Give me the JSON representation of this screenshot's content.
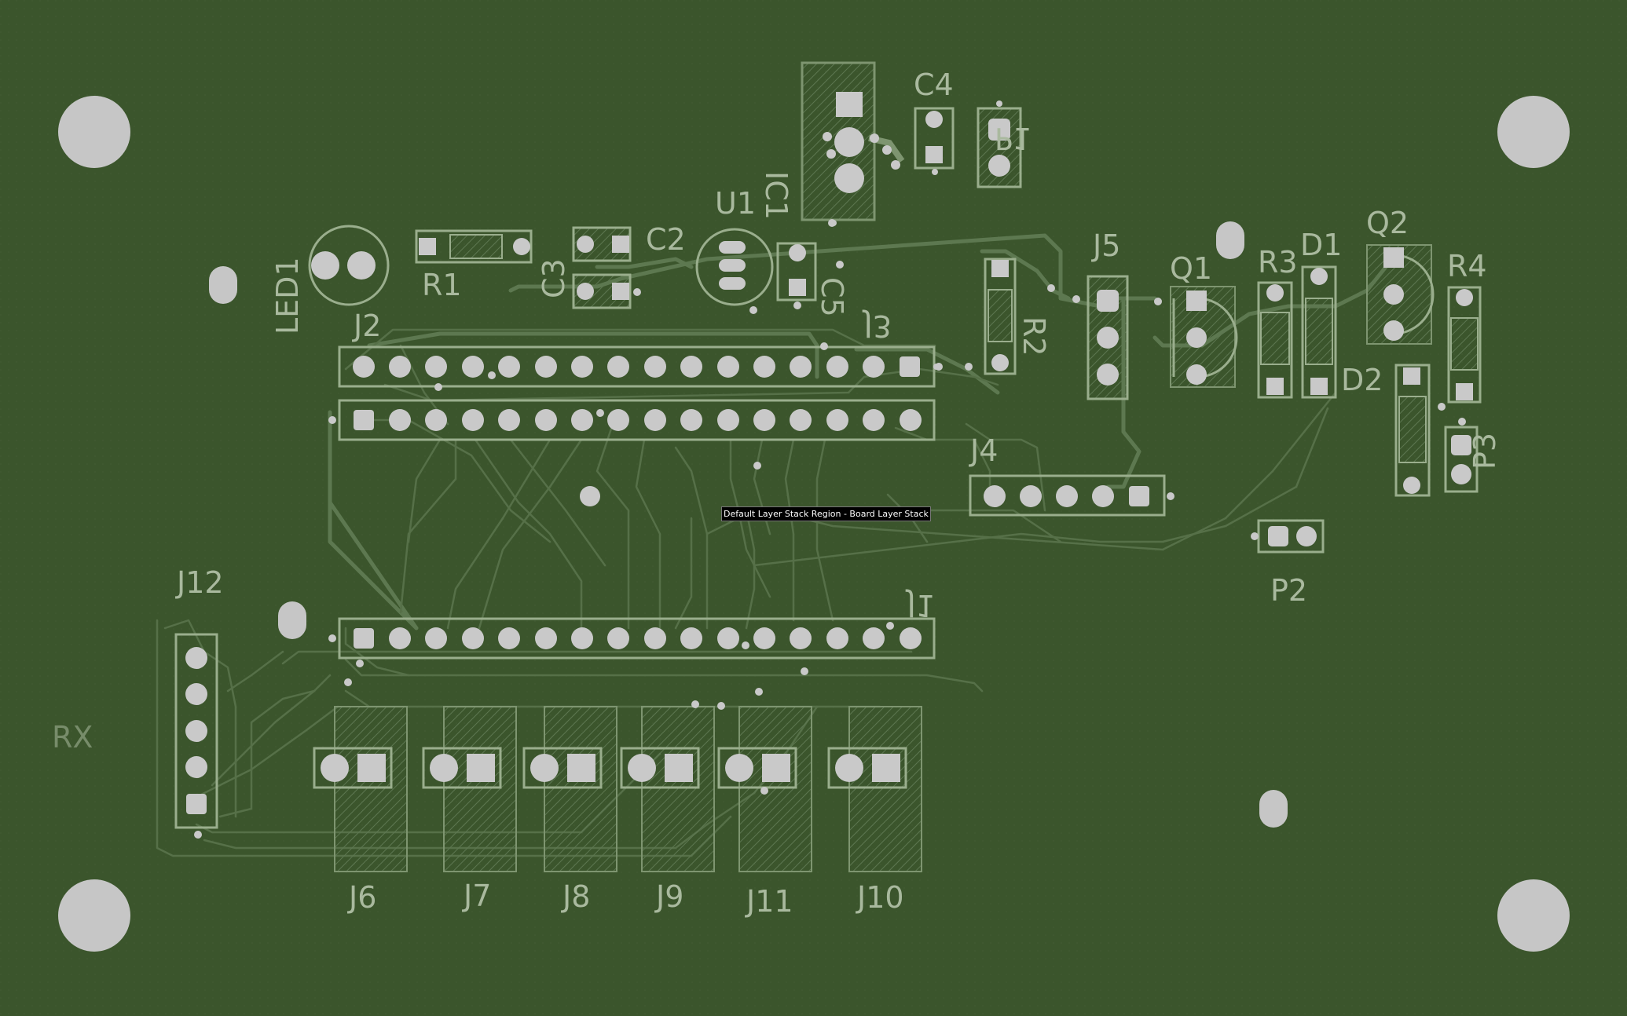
{
  "tooltip": "Default Layer Stack Region - Board Layer Stack",
  "colors": {
    "board": "#3b552c",
    "trace": "#5e7a4d",
    "pad": "#c9c9c9",
    "silk": "#a9b99e"
  },
  "designators": {
    "ic1": "IC1",
    "c4": "C4",
    "p1": "P1",
    "u1": "U1",
    "c2": "C2",
    "c3": "C3",
    "c5": "C5",
    "r1": "R1",
    "led1": "LED1",
    "j2": "J2",
    "j3": "J3",
    "r2": "R2",
    "j5": "J5",
    "q1": "Q1",
    "r3": "R3",
    "d1": "D1",
    "q2": "Q2",
    "r4": "R4",
    "d2": "D2",
    "p3": "P3",
    "j4": "J4",
    "p2": "P2",
    "j12": "J12",
    "j1": "J1",
    "rx": "RX",
    "j6": "J6",
    "j7": "J7",
    "j8": "J8",
    "j9": "J9",
    "j11": "J11",
    "j10": "J10"
  }
}
